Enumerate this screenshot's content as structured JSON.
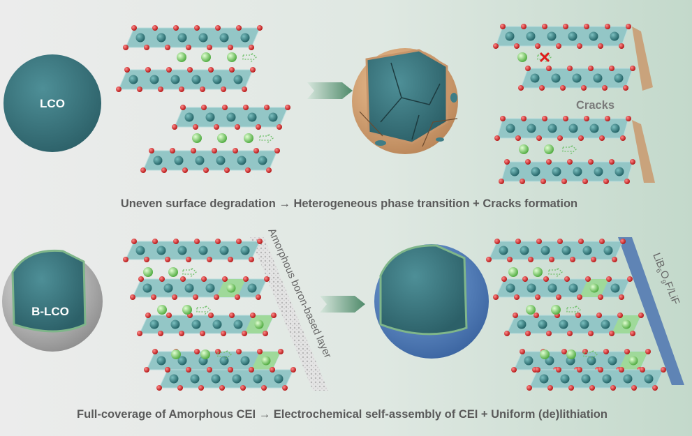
{
  "top": {
    "particle_label": "LCO",
    "cracks_label": "Cracks",
    "caption": "Uneven surface degradation → Heterogeneous phase transition + Cracks formation"
  },
  "bottom": {
    "particle_label": "B-LCO",
    "layer_label": "Amorphous boron-based layer",
    "cei_label_parts": [
      "LiB",
      "6",
      "O",
      "9",
      "F/LiF"
    ],
    "caption": "Full-coverage of Amorphous CEI → Electrochemical self-assembly of CEI + Uniform (de)lithiation"
  },
  "colors": {
    "lattice": "#93c6c6",
    "co_atom": "#2f7a7d",
    "o_atom": "#d81e1e",
    "li_atom": "#7ccf6a",
    "lco_core": "#3f7d86",
    "cei_blue": "#5b8ac4",
    "degraded": "#d8a778"
  }
}
